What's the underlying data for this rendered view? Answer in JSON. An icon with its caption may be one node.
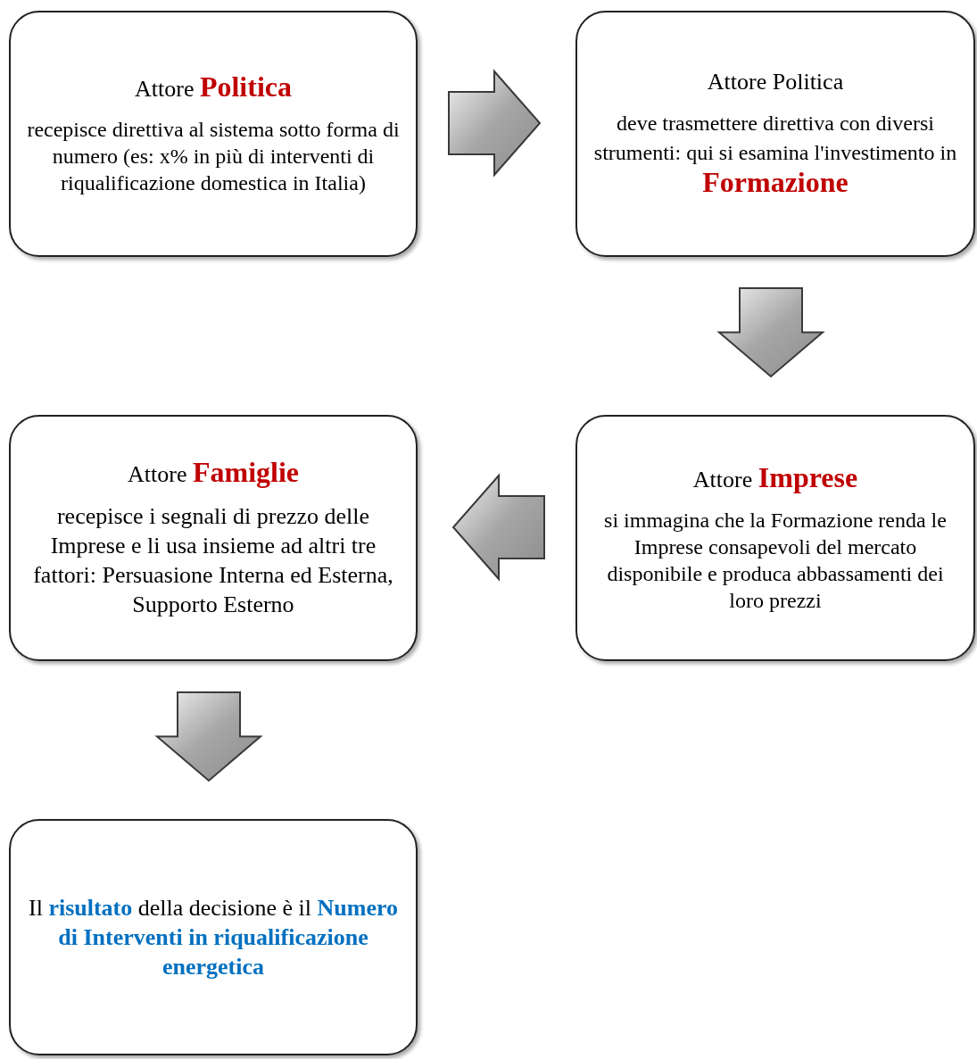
{
  "diagram": {
    "nodes": [
      {
        "text": [
          "Attore **Politica**",
          "recepisce direttiva al sistema sotto forma di numero (es: x% in più di interventi di riqualificazione domestica in Italia)"
        ]
      },
      {
        "text": [
          "Attore Politica",
          "deve trasmettere direttiva con diversi strumenti: qui si esamina l'investimento in **Formazione**"
        ]
      },
      {
        "text": [
          "Attore **Imprese**",
          "si immagina che la Formazione renda le Imprese consapevoli del mercato disponibile e produca abbassamenti dei loro prezzi"
        ]
      },
      {
        "text": [
          "Attore **Famiglie**",
          "recepisce i segnali di prezzo delle Imprese e li usa insieme ad altri tre fattori:  Persuasione Interna ed Esterna, Supporto Esterno"
        ]
      },
      {
        "text": [
          "Il **risultato** della decisione è il **Numero di Interventi in riqualificazione energetica**"
        ]
      }
    ],
    "edges": [
      {
        "from": 0,
        "to": 1,
        "arrow": "to"
      },
      {
        "from": 1,
        "to": 2,
        "arrow": "to"
      },
      {
        "from": 2,
        "to": 3,
        "arrow": "to"
      },
      {
        "from": 3,
        "to": 4,
        "arrow": "to"
      }
    ]
  }
}
